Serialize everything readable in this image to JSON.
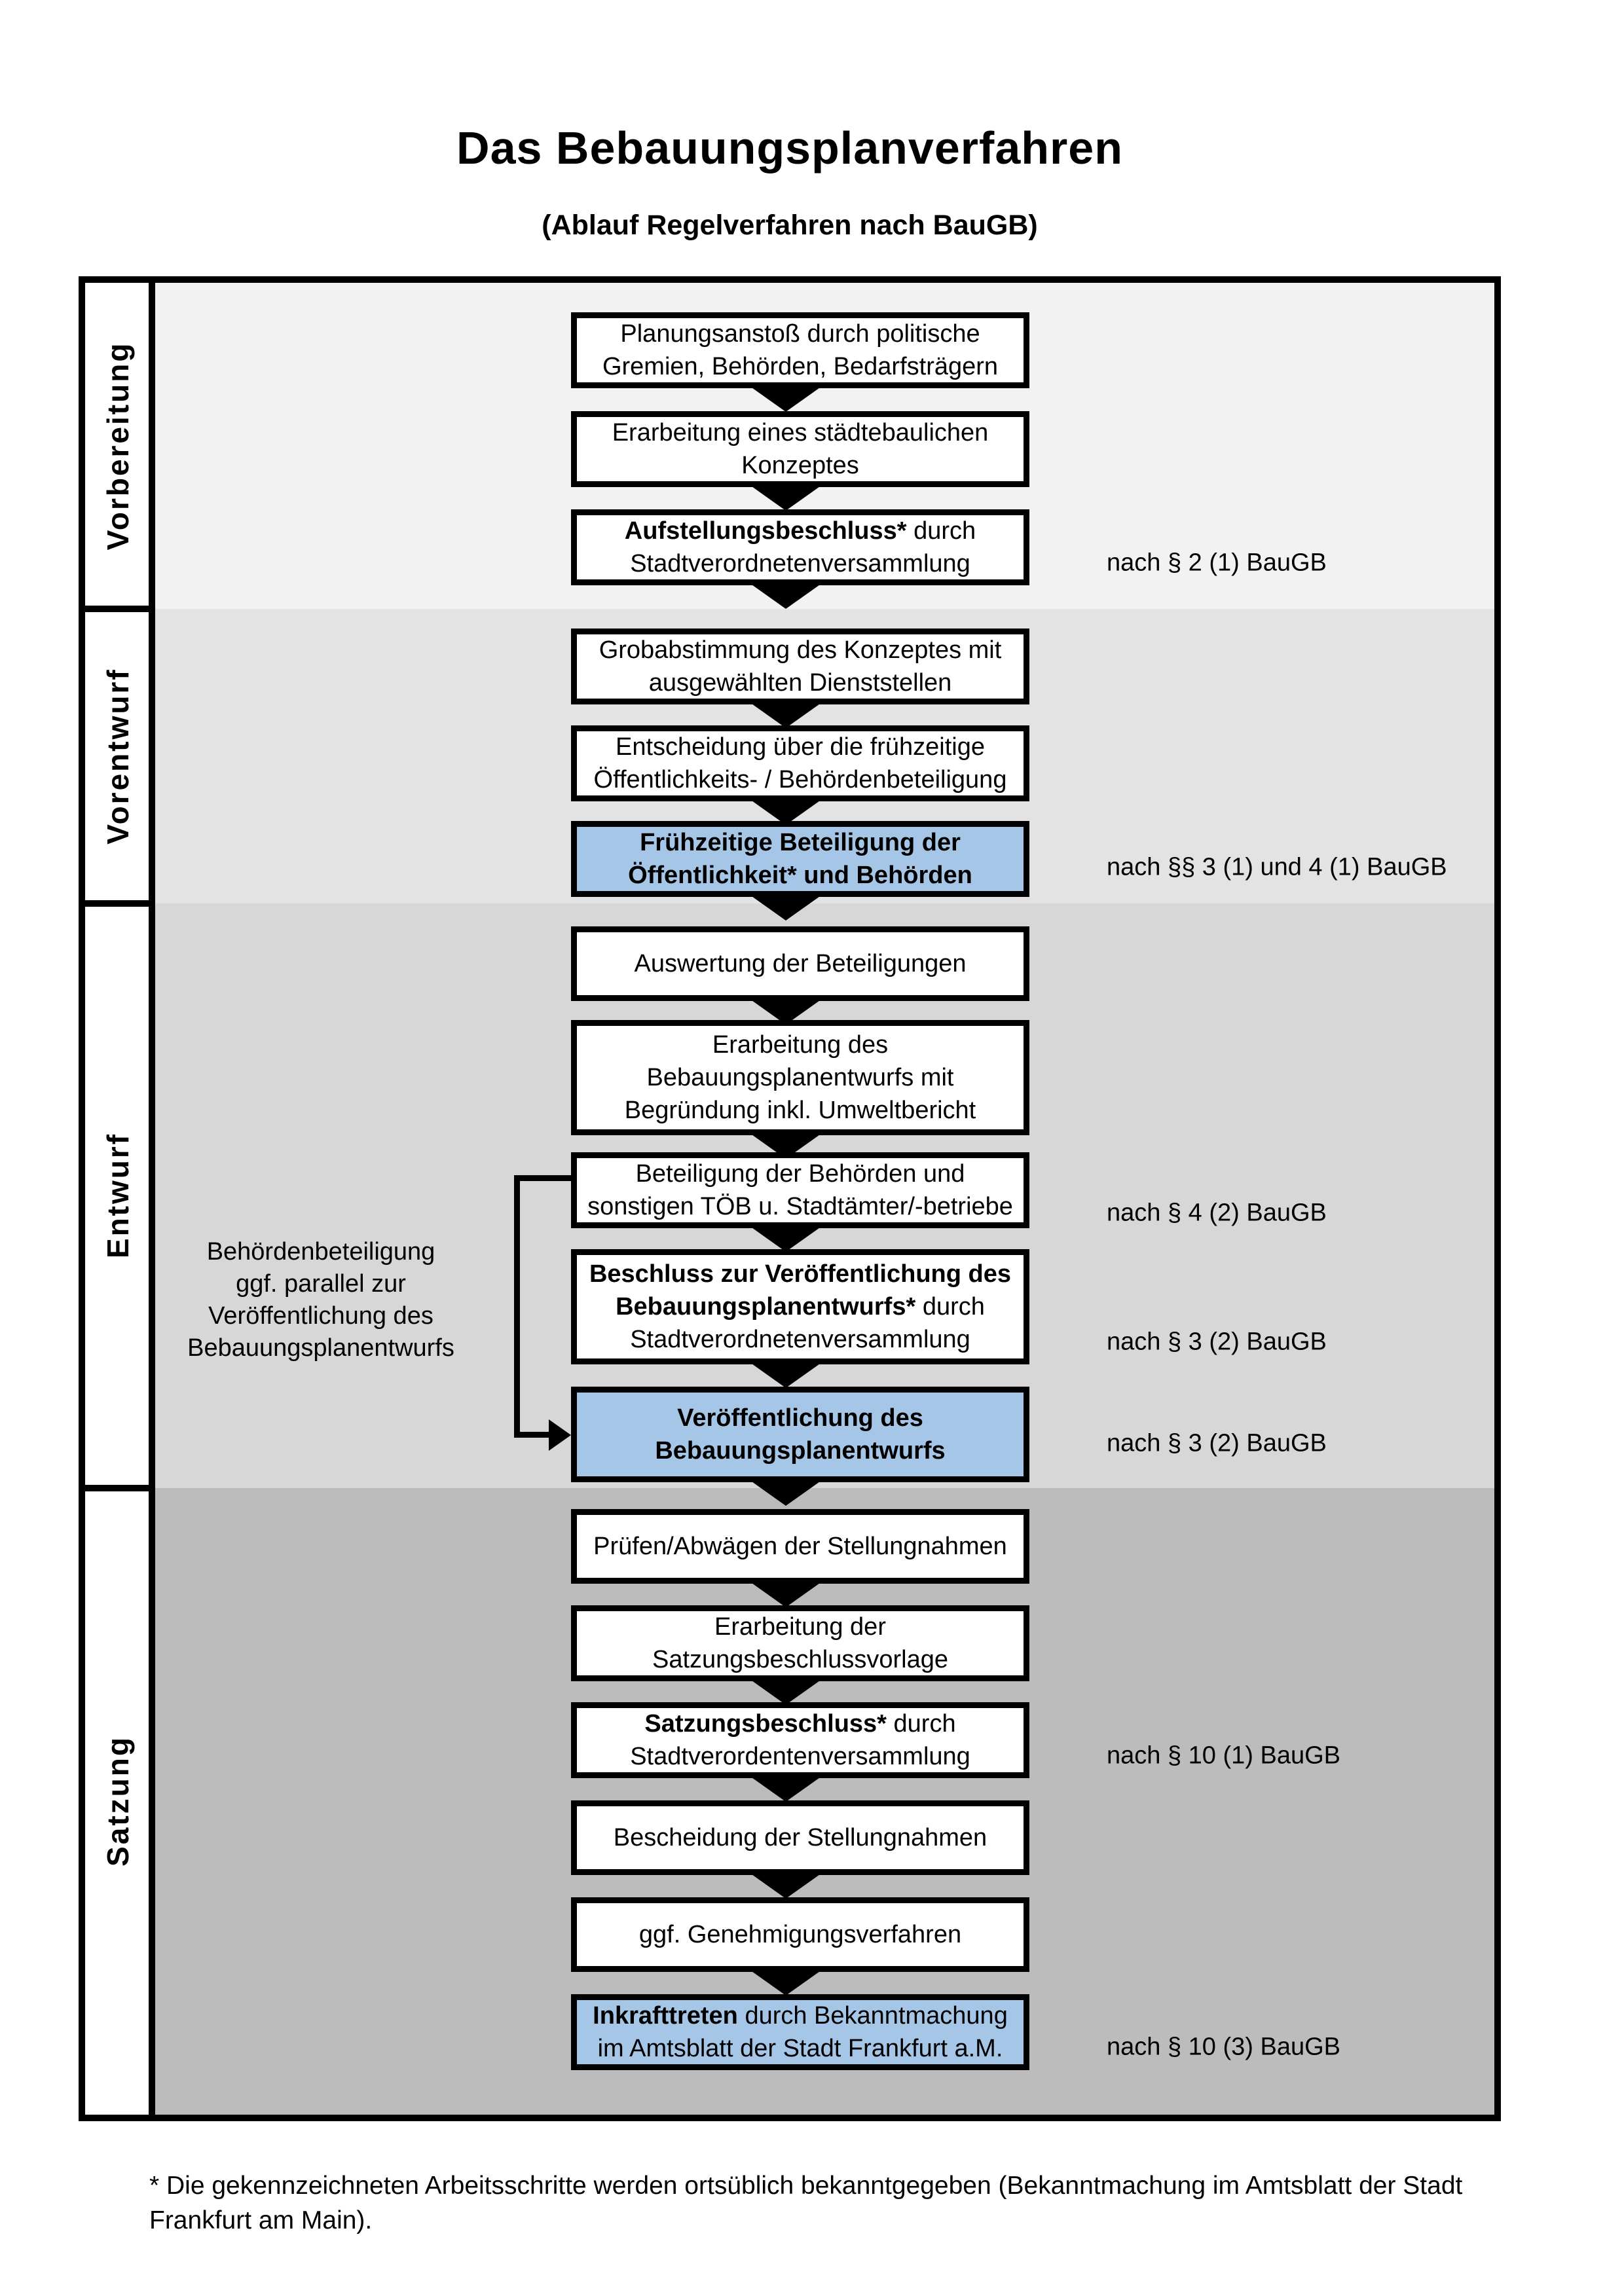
{
  "title": "Das Bebauungsplanverfahren",
  "subtitle": "(Ablauf Regelverfahren nach BauGB)",
  "colors": {
    "highlight_box": "#a6c6e8",
    "section_backgrounds": [
      "#f2f2f2",
      "#e3e3e3",
      "#d7d7d7",
      "#bcbcbc"
    ],
    "box_border": "#000000"
  },
  "sections": [
    {
      "label": "Vorbereitung",
      "bg": "#f2f2f2"
    },
    {
      "label": "Vorentwurf",
      "bg": "#e3e3e3"
    },
    {
      "label": "Entwurf",
      "bg": "#d7d7d7"
    },
    {
      "label": "Satzung",
      "bg": "#bcbcbc"
    }
  ],
  "boxes": [
    {
      "style": "plain",
      "lines": [
        [
          {
            "t": "Planungsanstoß durch politische",
            "b": false
          }
        ],
        [
          {
            "t": "Gremien, Behörden, Bedarfsträgern",
            "b": false
          }
        ]
      ]
    },
    {
      "style": "plain",
      "lines": [
        [
          {
            "t": "Erarbeitung eines städtebaulichen",
            "b": false
          }
        ],
        [
          {
            "t": "Konzeptes",
            "b": false
          }
        ]
      ]
    },
    {
      "style": "plain",
      "lines": [
        [
          {
            "t": "Aufstellungsbeschluss*",
            "b": true
          },
          {
            "t": " durch",
            "b": false
          }
        ],
        [
          {
            "t": "Stadtverordnetenversammlung",
            "b": false
          }
        ]
      ]
    },
    {
      "style": "plain",
      "lines": [
        [
          {
            "t": "Grobabstimmung des Konzeptes mit",
            "b": false
          }
        ],
        [
          {
            "t": "ausgewählten Dienststellen",
            "b": false
          }
        ]
      ]
    },
    {
      "style": "plain",
      "lines": [
        [
          {
            "t": "Entscheidung über die frühzeitige",
            "b": false
          }
        ],
        [
          {
            "t": "Öffentlichkeits- / Behördenbeteiligung",
            "b": false
          }
        ]
      ]
    },
    {
      "style": "highlight",
      "lines": [
        [
          {
            "t": "Frühzeitige Beteiligung der",
            "b": true
          }
        ],
        [
          {
            "t": "Öffentlichkeit* und Behörden",
            "b": true
          }
        ]
      ]
    },
    {
      "style": "plain",
      "lines": [
        [
          {
            "t": "Auswertung der Beteiligungen",
            "b": false
          }
        ]
      ]
    },
    {
      "style": "plain",
      "lines": [
        [
          {
            "t": "Erarbeitung des",
            "b": false
          }
        ],
        [
          {
            "t": "Bebauungsplanentwurfs mit",
            "b": false
          }
        ],
        [
          {
            "t": "Begründung inkl. Umweltbericht",
            "b": false
          }
        ]
      ]
    },
    {
      "style": "plain",
      "lines": [
        [
          {
            "t": "Beteiligung der Behörden und",
            "b": false
          }
        ],
        [
          {
            "t": "sonstigen TÖB u. Stadtämter/-betriebe",
            "b": false
          }
        ]
      ]
    },
    {
      "style": "plain",
      "lines": [
        [
          {
            "t": "Beschluss zur Veröffentlichung des",
            "b": true
          }
        ],
        [
          {
            "t": "Bebauungsplanentwurfs*",
            "b": true
          },
          {
            "t": " durch",
            "b": false
          }
        ],
        [
          {
            "t": "Stadtverordnetenversammlung",
            "b": false
          }
        ]
      ]
    },
    {
      "style": "highlight",
      "lines": [
        [
          {
            "t": "Veröffentlichung des",
            "b": true
          }
        ],
        [
          {
            "t": "Bebauungsplanentwurfs",
            "b": true
          }
        ]
      ]
    },
    {
      "style": "plain",
      "lines": [
        [
          {
            "t": "Prüfen/Abwägen der Stellungnahmen",
            "b": false
          }
        ]
      ]
    },
    {
      "style": "plain",
      "lines": [
        [
          {
            "t": "Erarbeitung der",
            "b": false
          }
        ],
        [
          {
            "t": "Satzungsbeschlussvorlage",
            "b": false
          }
        ]
      ]
    },
    {
      "style": "plain",
      "lines": [
        [
          {
            "t": "Satzungsbeschluss*",
            "b": true
          },
          {
            "t": " durch",
            "b": false
          }
        ],
        [
          {
            "t": "Stadtverordentenversammlung",
            "b": false
          }
        ]
      ]
    },
    {
      "style": "plain",
      "lines": [
        [
          {
            "t": "Bescheidung der Stellungnahmen",
            "b": false
          }
        ]
      ]
    },
    {
      "style": "plain",
      "lines": [
        [
          {
            "t": "ggf. Genehmigungsverfahren",
            "b": false
          }
        ]
      ]
    },
    {
      "style": "highlight",
      "lines": [
        [
          {
            "t": "Inkrafttreten",
            "b": true
          },
          {
            "t": " durch Bekanntmachung",
            "b": false
          }
        ],
        [
          {
            "t": "im Amtsblatt der Stadt Frankfurt a.M.",
            "b": false
          }
        ]
      ]
    }
  ],
  "notes": [
    "nach § 2 (1) BauGB",
    "nach §§ 3 (1) und 4 (1) BauGB",
    "nach § 4 (2) BauGB",
    "nach § 3 (2) BauGB",
    "nach § 3 (2) BauGB",
    "nach § 10 (1) BauGB",
    "nach § 10 (3) BauGB"
  ],
  "annotation": {
    "lines": [
      "Behördenbeteiligung",
      "ggf. parallel zur",
      "Veröffentlichung des",
      "Bebauungsplanentwurfs"
    ]
  },
  "footnote": {
    "lines": [
      "* Die gekennzeichneten Arbeitsschritte werden ortsüblich bekanntgegeben (Bekanntmachung im Amtsblatt  der Stadt",
      "Frankfurt am Main)."
    ]
  }
}
